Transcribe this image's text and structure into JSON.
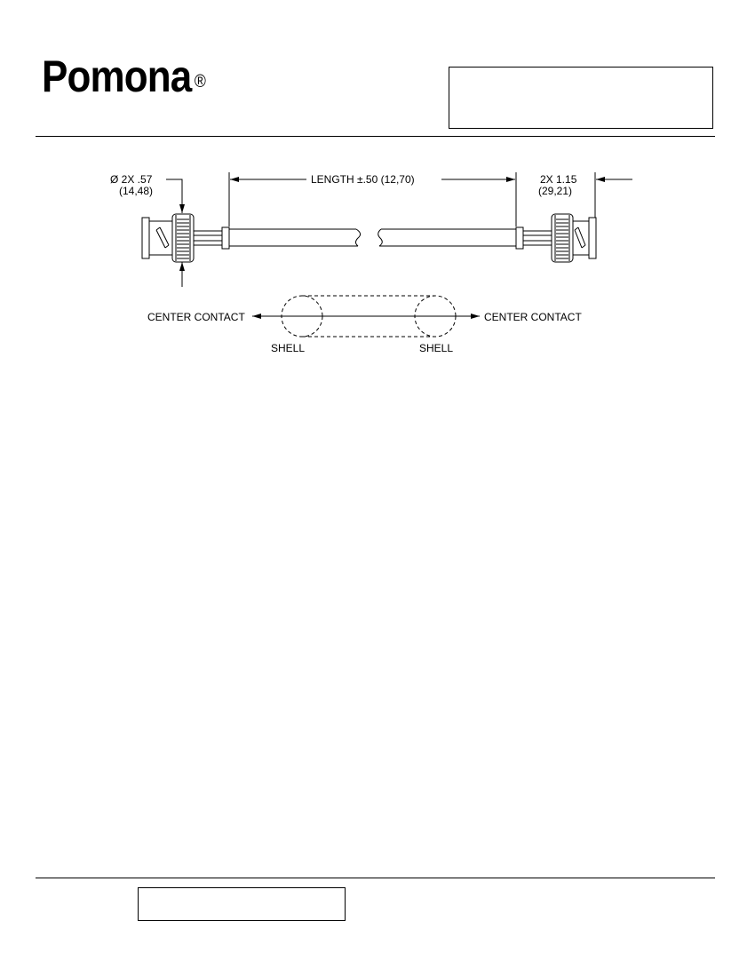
{
  "header": {
    "brand": "Pomona",
    "registered_mark": "®"
  },
  "drawing": {
    "diameter_dim": {
      "line1": "Ø 2X .57",
      "line2": "(14,48)"
    },
    "length_dim": {
      "label": "LENGTH ±.50 (12,70)"
    },
    "end_dim": {
      "line1": "2X 1.15",
      "line2": "(29,21)"
    },
    "schematic": {
      "left_label": "CENTER CONTACT",
      "right_label": "CENTER CONTACT",
      "left_shell_label": "SHELL",
      "right_shell_label": "SHELL"
    }
  }
}
